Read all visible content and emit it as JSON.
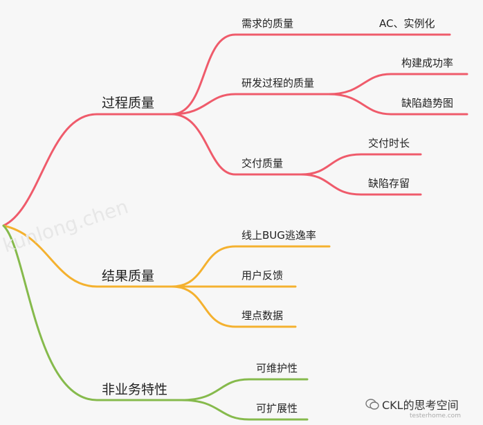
{
  "colors": {
    "process": "#ef5b6b",
    "result": "#f4b12f",
    "nonfunctional": "#86ba4c"
  },
  "root_branches": [
    {
      "id": "process",
      "label": "过程质量",
      "children": [
        {
          "label": "需求的质量",
          "children": [
            "AC、实例化"
          ]
        },
        {
          "label": "研发过程的质量",
          "children": [
            "构建成功率",
            "缺陷趋势图"
          ]
        },
        {
          "label": "交付质量",
          "children": [
            "交付时长",
            "缺陷存留"
          ]
        }
      ]
    },
    {
      "id": "result",
      "label": "结果质量",
      "children": [
        {
          "label": "线上BUG逃逸率"
        },
        {
          "label": "用户反馈"
        },
        {
          "label": "埋点数据"
        }
      ]
    },
    {
      "id": "nonfunctional",
      "label": "非业务特性",
      "children": [
        {
          "label": "可维护性"
        },
        {
          "label": "可扩展性"
        }
      ]
    }
  ],
  "watermark": "kunlong.chen",
  "brand": {
    "icon": "wechat-icon",
    "text": "CKL的思考空间",
    "sub": "testerhome.com"
  }
}
